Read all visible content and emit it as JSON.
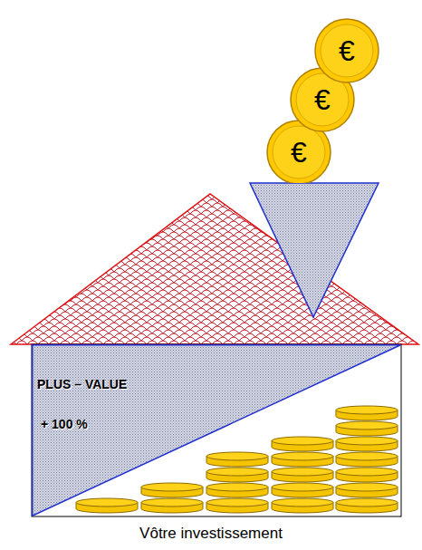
{
  "diagram": {
    "caption": "Vôtre investissement",
    "nodes": [
      {
        "text": [
          "€"
        ]
      },
      {
        "text": [
          "€"
        ]
      },
      {
        "text": [
          "€"
        ]
      },
      {
        "text": [
          "PLUS – VALUE",
          "+ 100 %"
        ]
      }
    ]
  }
}
